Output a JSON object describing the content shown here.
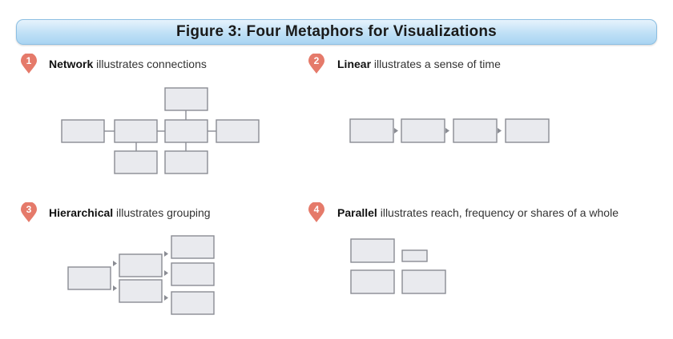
{
  "banner": {
    "title": "Figure 3: Four Metaphors for Visualizations"
  },
  "colors": {
    "badge": "#e57a6a",
    "banner_top": "#e6f3fc",
    "banner_bottom": "#a9d4f2",
    "box_fill": "#e9eaee",
    "box_stroke": "#8a8c93"
  },
  "sections": [
    {
      "number": "1",
      "term": "Network",
      "rest": " illustrates connections",
      "icon": "location-pin-icon"
    },
    {
      "number": "2",
      "term": "Linear",
      "rest": " illustrates a sense of time",
      "icon": "location-pin-icon"
    },
    {
      "number": "3",
      "term": "Hierarchical",
      "rest": " illustrates grouping",
      "icon": "location-pin-icon"
    },
    {
      "number": "4",
      "term": "Parallel",
      "rest": " illustrates reach, frequency or shares of a whole",
      "icon": "location-pin-icon"
    }
  ]
}
